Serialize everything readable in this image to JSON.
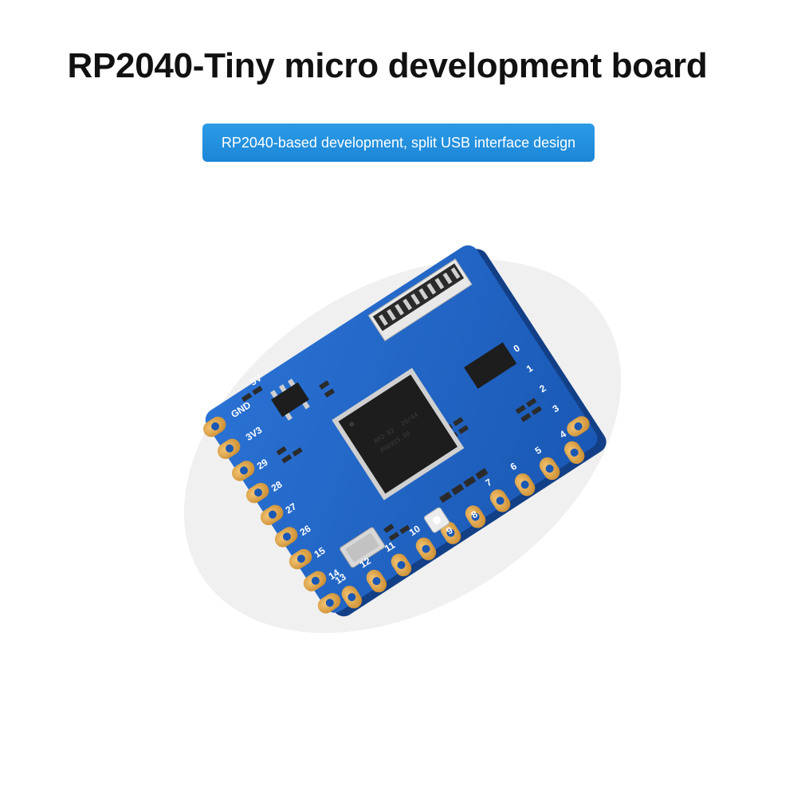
{
  "title": "RP2040-Tiny micro development board",
  "subtitle": "RP2040-based development, split USB interface design",
  "board": {
    "top_labels": [
      "GND",
      "5V",
      "3V3"
    ],
    "left_pins": [
      "29",
      "28",
      "27",
      "26",
      "15",
      "14"
    ],
    "bottom_pins": [
      "13",
      "12",
      "11",
      "10",
      "9",
      "8",
      "7",
      "6",
      "5",
      "4",
      "3",
      "2",
      "1",
      "0"
    ],
    "chip_markings": [
      "RP2-B2",
      "20/44",
      "P00955.00"
    ],
    "colors": {
      "pcb": "#1e63c4",
      "pad": "#e6a54a",
      "chip": "#1d1d1d"
    }
  }
}
